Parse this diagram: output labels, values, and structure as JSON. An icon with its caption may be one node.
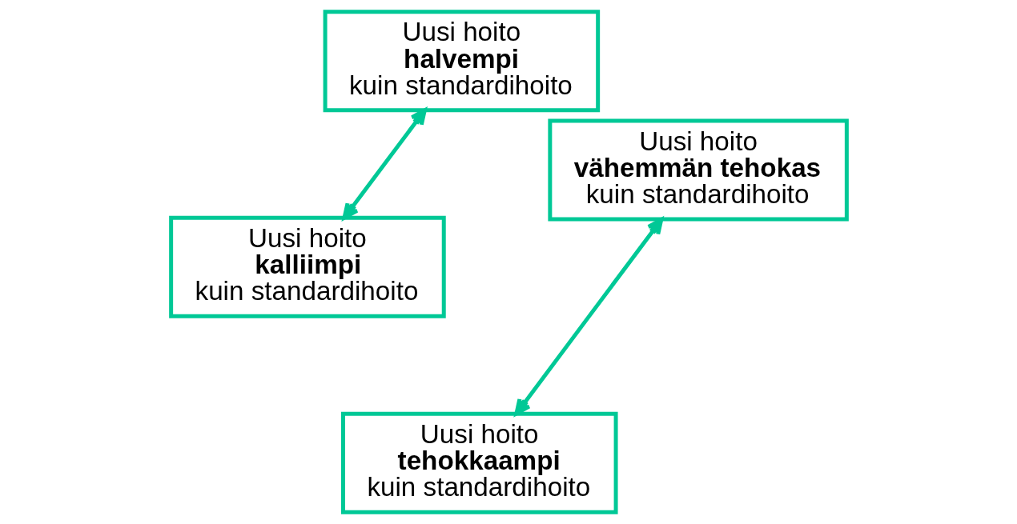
{
  "diagram": {
    "nodes": [
      {
        "text": [
          "Uusi hoito",
          "kalliimpi",
          "kuin standardihoito"
        ]
      },
      {
        "text": [
          "Uusi hoito",
          "vähemmän tehokas",
          "kuin standardihoito"
        ]
      },
      {
        "text": [
          "Uusi hoito",
          "tehokkaampi",
          "kuin standardihoito"
        ]
      },
      {
        "text": [
          "Uusi hoito",
          "halvempi",
          "kuin standardihoito"
        ]
      }
    ],
    "edges": [
      {
        "from": 0,
        "to": 3,
        "arrow": "both"
      },
      {
        "from": 1,
        "to": 2,
        "arrow": "both"
      }
    ]
  }
}
